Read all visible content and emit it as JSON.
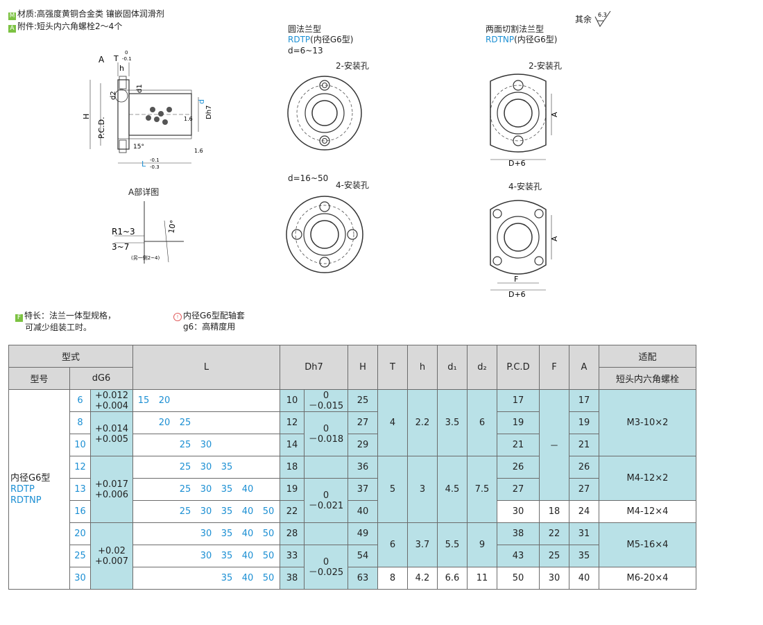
{
  "notes": {
    "m_badge": "M",
    "material": "材质:高强度黄铜合金类 镶嵌固体润滑剂",
    "a_badge": "A",
    "attachment": "附件:短头内六角螺栓2～4个",
    "f_badge": "F",
    "feature_1": "特长：法兰一体型规格，",
    "feature_2": "可减少组装工时。",
    "fit_1": "内径G6型配轴套",
    "fit_2": "g6：高精度用",
    "surface": "其余",
    "roughness": "6.3"
  },
  "drawings": {
    "round_title": "圆法兰型",
    "round_code": "RDTP",
    "round_suffix": "(内径G6型)",
    "d_small": "d=6~13",
    "d_large": "d=16~50",
    "cut_title": "两面切割法兰型",
    "cut_code": "RDTNP",
    "cut_suffix": "(内径G6型)",
    "holes2": "2-安装孔",
    "holes4": "4-安装孔",
    "detail_title": "A部详图",
    "r_label": "R1~3",
    "depth_label": "3~7",
    "angle_label": "10°",
    "side_note": "(另一侧2~4)",
    "dim_A": "A",
    "dim_T": "T",
    "dim_T_tol_top": "0",
    "dim_T_tol_bot": "-0.1",
    "dim_h": "h",
    "dim_d1": "d1",
    "dim_d2": "d2",
    "dim_H": "H",
    "dim_PCD": "P.C.D.",
    "dim_Dh7": "Dh7",
    "dim_d": "d",
    "dim_L": "L",
    "dim_L_tol_top": "-0.1",
    "dim_L_tol_bot": "-0.3",
    "dim_15": "15°",
    "rough_16": "1.6",
    "dim_Dp6": "D+6",
    "dim_F": "F"
  },
  "table": {
    "header": {
      "style": "型式",
      "model": "型号",
      "dg6": "dG6",
      "L": "L",
      "dh7": "Dh7",
      "H": "H",
      "T": "T",
      "h": "h",
      "d1": "d₁",
      "d2": "d₂",
      "pcd": "P.C.D",
      "F": "F",
      "A": "A",
      "fit_title": "适配",
      "fit_sub": "短头内六角螺栓"
    },
    "model_1": "内径G6型",
    "model_2": "RDTP",
    "model_3": "RDTNP",
    "rows": [
      {
        "d": "6",
        "L": [
          "15",
          "20",
          "",
          "",
          "",
          ""
        ],
        "D": "10",
        "H": "25",
        "pcd": "17",
        "A": "17"
      },
      {
        "d": "8",
        "L": [
          "",
          "20",
          "25",
          "",
          "",
          ""
        ],
        "D": "12",
        "H": "27",
        "pcd": "19",
        "A": "19"
      },
      {
        "d": "10",
        "L": [
          "",
          "",
          "25",
          "30",
          "",
          ""
        ],
        "D": "14",
        "H": "29",
        "pcd": "21",
        "A": "21"
      },
      {
        "d": "12",
        "L": [
          "",
          "",
          "25",
          "30",
          "35",
          ""
        ],
        "D": "18",
        "H": "36",
        "pcd": "26",
        "A": "26"
      },
      {
        "d": "13",
        "L": [
          "",
          "",
          "25",
          "30",
          "35",
          "40"
        ],
        "D": "19",
        "H": "37",
        "pcd": "27",
        "A": "27"
      },
      {
        "d": "16",
        "L": [
          "",
          "",
          "25",
          "30",
          "35",
          "40",
          "50"
        ],
        "D": "22",
        "H": "40",
        "pcd": "30",
        "F": "18",
        "A": "24",
        "bolt": "M4-12×4"
      },
      {
        "d": "20",
        "L": [
          "",
          "",
          "",
          "30",
          "35",
          "40",
          "50"
        ],
        "D": "28",
        "H": "49",
        "pcd": "38",
        "F": "22",
        "A": "31"
      },
      {
        "d": "25",
        "L": [
          "",
          "",
          "",
          "30",
          "35",
          "40",
          "50"
        ],
        "D": "33",
        "H": "54",
        "pcd": "43",
        "F": "25",
        "A": "35"
      },
      {
        "d": "30",
        "L": [
          "",
          "",
          "",
          "",
          "35",
          "40",
          "50"
        ],
        "D": "38",
        "H": "63",
        "T": "8",
        "h": "4.2",
        "d1": "6.6",
        "d2": "11",
        "pcd": "50",
        "F": "30",
        "A": "40",
        "bolt": "M6-20×4"
      }
    ],
    "tol_g1": [
      "+0.012",
      "+0.004"
    ],
    "tol_g2": [
      "+0.014",
      "+0.005"
    ],
    "tol_g3": [
      "+0.017",
      "+0.006"
    ],
    "tol_g4": [
      "+0.02",
      "+0.007"
    ],
    "dh_t1": [
      "0",
      "－0.015"
    ],
    "dh_t2": [
      "0",
      "－0.018"
    ],
    "dh_t3": [
      "0",
      "－0.021"
    ],
    "dh_t4": [
      "0",
      "－0.025"
    ],
    "grp1": {
      "T": "4",
      "h": "2.2",
      "d1": "3.5",
      "d2": "6",
      "F": "－",
      "bolt": "M3-10×2"
    },
    "grp2": {
      "T": "5",
      "h": "3",
      "d1": "4.5",
      "d2": "7.5",
      "bolt": "M4-12×2"
    },
    "grp3": {
      "T": "6",
      "h": "3.7",
      "d1": "5.5",
      "d2": "9",
      "bolt": "M5-16×4"
    }
  }
}
